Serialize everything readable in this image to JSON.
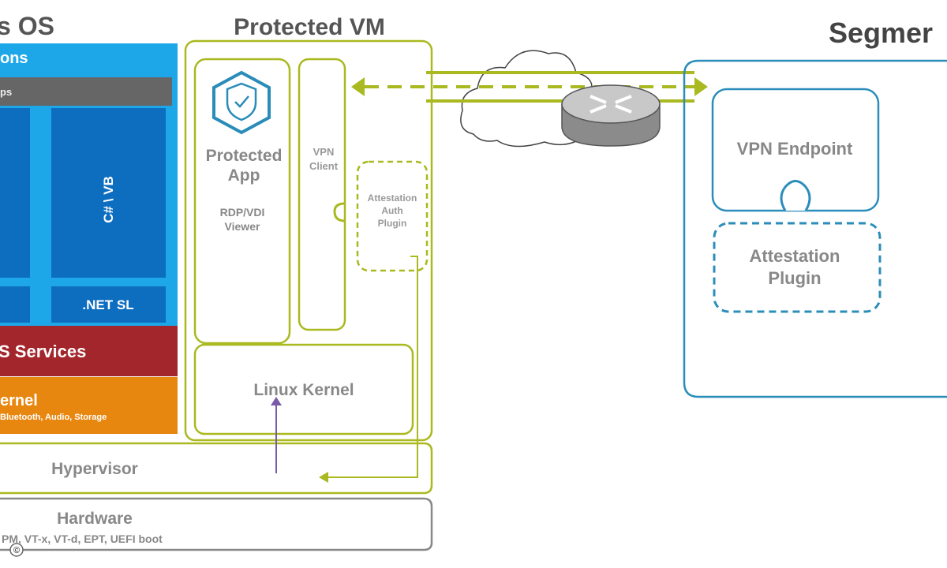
{
  "colors": {
    "apps_light_blue": "#1ea7e8",
    "apps_dark_blue": "#0d6dbf",
    "gray_bar": "#666666",
    "services_red": "#a3262c",
    "kernel_orange": "#e8870f",
    "vm_olive": "#a9b91f",
    "segment_teal": "#2b8db9",
    "label_gray": "#8a8a8a",
    "arrow_purple": "#7a5aa8"
  },
  "windows_os": {
    "title": "s OS",
    "apps_header": "ons",
    "apps_bar": "ps",
    "column_label": "C# \\ VB",
    "net_label": ".NET SL",
    "services": "S Services",
    "kernel": "ernel",
    "kernel_sub": "Bluetooth, Audio, Storage"
  },
  "protected_vm": {
    "title": "Protected VM",
    "app_line1": "Protected",
    "app_line2": "App",
    "viewer_line1": "RDP/VDI",
    "viewer_line2": "Viewer",
    "vpn_line1": "VPN",
    "vpn_line2": "Client",
    "plugin_line1": "Attestation",
    "plugin_line2": "Auth",
    "plugin_line3": "Plugin",
    "kernel": "Linux Kernel",
    "app_icon": "shield-check-hexagon-icon"
  },
  "hypervisor": {
    "label": "Hypervisor"
  },
  "hardware": {
    "label": "Hardware",
    "sub": "PM, VT-x, VT-d, EPT, UEFI boot"
  },
  "copyright": "©",
  "segment": {
    "title": "Segmer",
    "endpoint": "VPN Endpoint",
    "plugin_line1": "Attestation",
    "plugin_line2": "Plugin"
  },
  "network": {
    "cloud_icon": "cloud-icon",
    "router_icon": "router-icon"
  }
}
